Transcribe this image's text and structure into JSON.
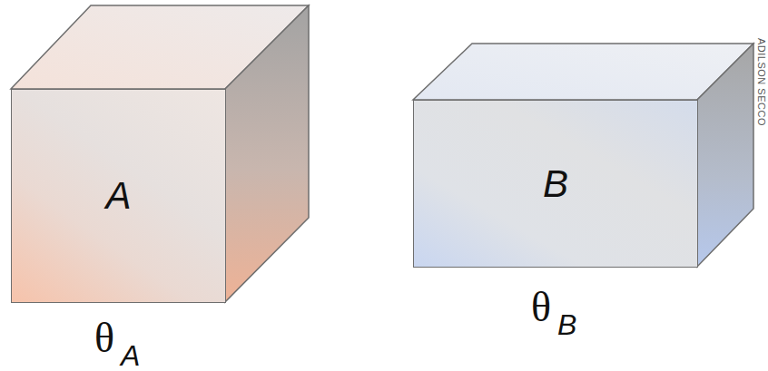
{
  "diagram": {
    "nodes": [
      {
        "text": [
          "A"
        ]
      },
      {
        "text": [
          "B"
        ]
      }
    ],
    "labels": [
      "θ",
      "A",
      "θ",
      "B",
      "ADILSON SECCO"
    ]
  }
}
